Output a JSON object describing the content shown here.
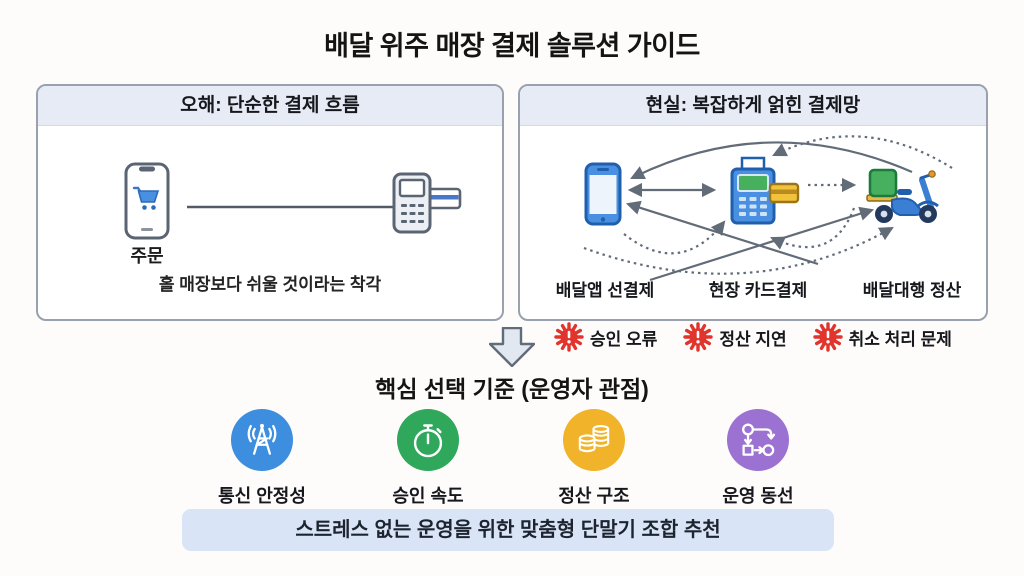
{
  "title": "배달 위주 매장 결제 솔루션 가이드",
  "panels": {
    "misconception": {
      "header": "오해: 단순한 결제 흐름",
      "phone_label": "주문",
      "caption": "홀 매장보다 쉬울 것이라는 착각"
    },
    "reality": {
      "header": "현실: 복잡하게 얽힌 결제망",
      "nodes": [
        {
          "icon": "delivery-app-phone-icon",
          "label": "배달앱 선결제"
        },
        {
          "icon": "card-terminal-icon",
          "label": "현장 카드결제"
        },
        {
          "icon": "delivery-scooter-icon",
          "label": "배달대행 정산"
        }
      ],
      "issues": [
        {
          "icon": "alert-burst-icon",
          "label": "승인 오류"
        },
        {
          "icon": "alert-burst-icon",
          "label": "정산 지연"
        },
        {
          "icon": "alert-burst-icon",
          "label": "취소 처리 문제"
        }
      ]
    }
  },
  "criteria_section": {
    "heading": "핵심 선택 기준 (운영자 관점)",
    "items": [
      {
        "icon": "antenna-icon",
        "label": "통신 안정성",
        "color": "#3d8ede"
      },
      {
        "icon": "stopwatch-icon",
        "label": "승인 속도",
        "color": "#2fa85c"
      },
      {
        "icon": "coins-icon",
        "label": "정산 구조",
        "color": "#f0b32a"
      },
      {
        "icon": "workflow-icon",
        "label": "운영 동선",
        "color": "#9b72d2"
      }
    ]
  },
  "footer_banner": "스트레스 없는 운영을 위한 맞춤형 단말기 조합 추천",
  "colors": {
    "panel_header_bg": "#e7ebf5",
    "panel_border": "#98a1ad",
    "accent_blue": "#4a90e2",
    "accent_dark_blue": "#1f5fae",
    "accent_green": "#46b05e",
    "accent_yellow": "#f2c23d",
    "alert_red": "#e0342c",
    "arrow_gray": "#626c78",
    "banner_bg": "#d9e5f6"
  }
}
